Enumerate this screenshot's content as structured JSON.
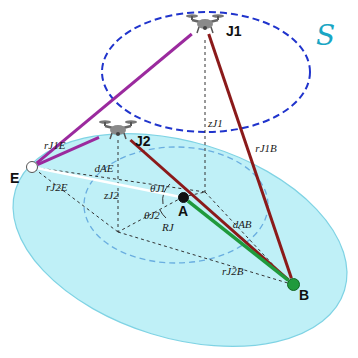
{
  "diagram": {
    "nodes": [
      {
        "text": [
          "J1"
        ]
      },
      {
        "text": [
          "J2"
        ]
      },
      {
        "text": [
          "E"
        ]
      },
      {
        "text": [
          "A"
        ]
      },
      {
        "text": [
          "B"
        ]
      }
    ],
    "edges": [
      {
        "from": 0,
        "to": 2,
        "arrow": "none"
      },
      {
        "from": 1,
        "to": 2,
        "arrow": "none"
      },
      {
        "from": 0,
        "to": 4,
        "arrow": "none",
        "label": "rJ1B"
      },
      {
        "from": 1,
        "to": 4,
        "arrow": "none"
      },
      {
        "from": 2,
        "to": 3,
        "arrow": "none",
        "label": "dAE"
      },
      {
        "from": 3,
        "to": 4,
        "arrow": "none",
        "label": "dAB"
      }
    ],
    "labels": [
      "S",
      "zJ1",
      "zJ2",
      "rJ1E",
      "rJ2E",
      "θJ1",
      "θJ2",
      "RJ",
      "rJ2B"
    ]
  }
}
